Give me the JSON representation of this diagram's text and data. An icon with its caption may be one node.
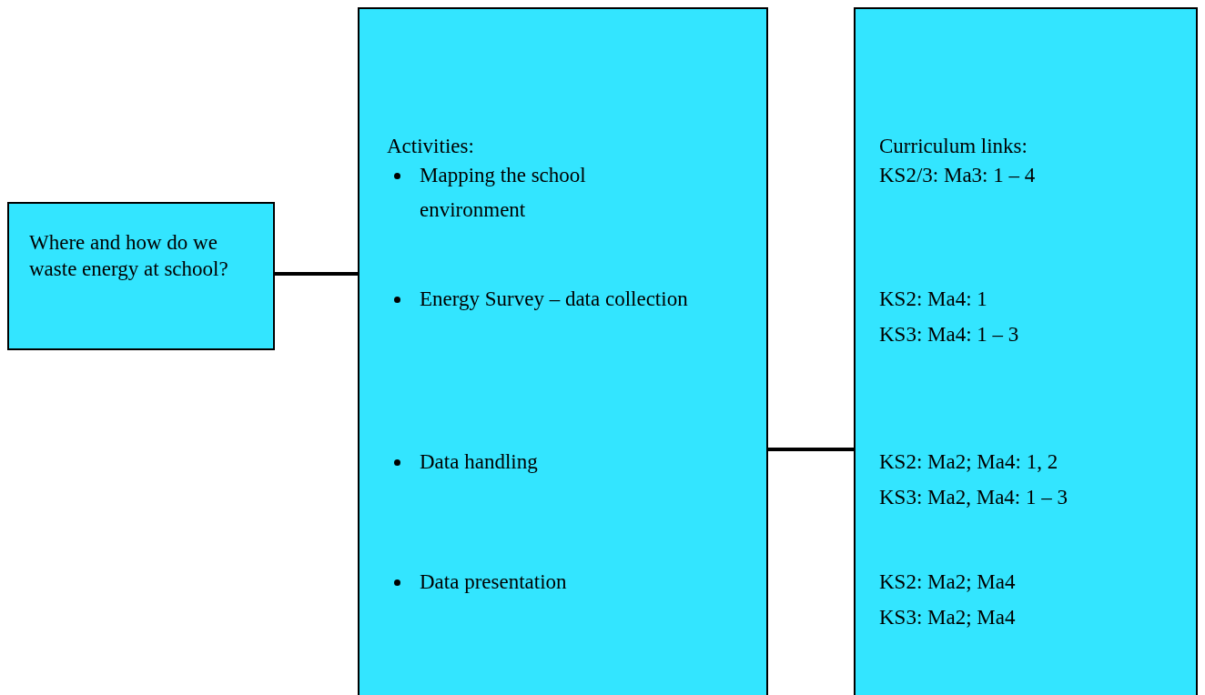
{
  "diagram": {
    "nodes": [
      {
        "text": [
          "Where and how do we waste energy at school?"
        ]
      },
      {
        "text": [
          "Activities:",
          "Mapping the school environment",
          "Energy Survey – data collection",
          "Data handling",
          "Data presentation"
        ]
      },
      {
        "text": [
          "Curriculum links:",
          "KS2/3: Ma3: 1 – 4",
          "KS2: Ma4: 1",
          "KS3: Ma4: 1 – 3",
          "KS2: Ma2; Ma4: 1, 2",
          "KS3: Ma2, Ma4: 1 – 3",
          "KS2: Ma2; Ma4",
          "KS3: Ma2; Ma4"
        ]
      }
    ],
    "edges": [
      {
        "from": 0,
        "to": 1,
        "arrow": "none"
      },
      {
        "from": 1,
        "to": 2,
        "arrow": "none"
      }
    ]
  }
}
